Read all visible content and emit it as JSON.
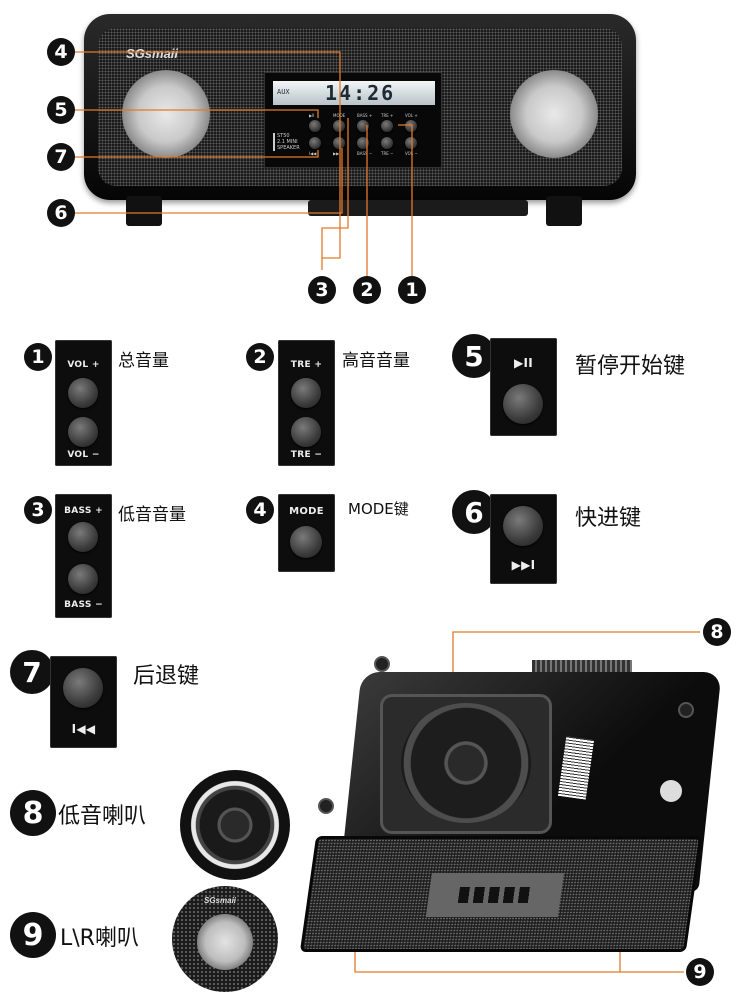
{
  "top_device": {
    "brand": "SGsmaii",
    "lcd_left_text": "AUX",
    "lcd_time": "14:26",
    "model_line1": "ST50",
    "model_line2": "2.1 MINI",
    "model_line3": "SPEAKER",
    "btn_labels": [
      "▶II",
      "MODE",
      "BASS +",
      "TRE +",
      "VOL +",
      "I◀◀",
      "▶▶I",
      "BASS −",
      "TRE −",
      "VOL −"
    ]
  },
  "callouts": {
    "n1": "1",
    "n2": "2",
    "n3": "3",
    "n4": "4",
    "n5": "5",
    "n6": "6",
    "n7": "7",
    "n8": "8",
    "n9": "9"
  },
  "legend": {
    "vol": {
      "num": "1",
      "plus": "VOL +",
      "minus": "VOL −",
      "label": "总音量"
    },
    "tre": {
      "num": "2",
      "plus": "TRE +",
      "minus": "TRE −",
      "label": "高音音量"
    },
    "play": {
      "num": "5",
      "icon": "▶II",
      "label": "暂停开始键"
    },
    "bass": {
      "num": "3",
      "plus": "BASS +",
      "minus": "BASS −",
      "label": "低音音量"
    },
    "mode": {
      "num": "4",
      "text": "MODE",
      "label": "MODE键"
    },
    "next": {
      "num": "6",
      "icon": "▶▶I",
      "label": "快进键"
    },
    "prev": {
      "num": "7",
      "icon": "I◀◀",
      "label": "后退键"
    },
    "sub": {
      "num": "8",
      "label": "低音喇叭"
    },
    "lr": {
      "num": "9",
      "label": "L\\R喇叭",
      "brand": "SGsmaii"
    }
  },
  "colors": {
    "callout_line": "#e07a2c",
    "badge": "#111111"
  }
}
